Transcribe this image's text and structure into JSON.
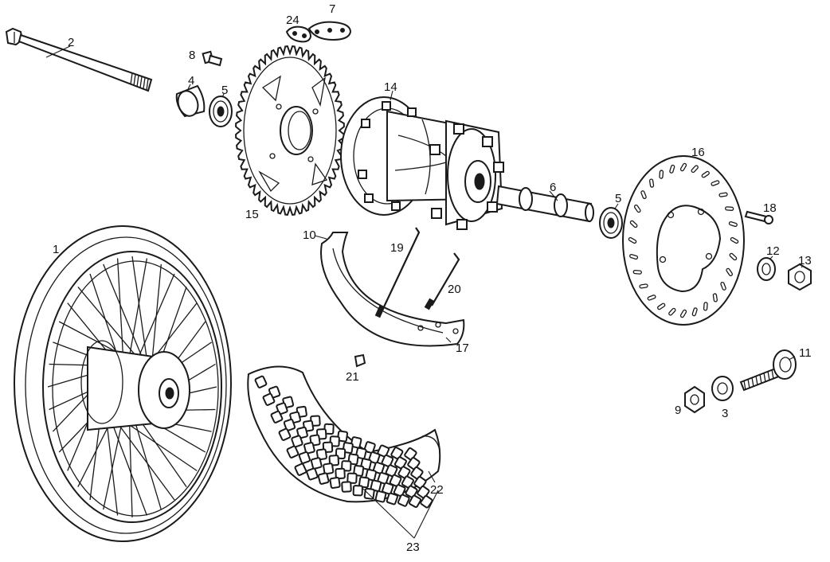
{
  "callouts": {
    "c1": "1",
    "c2": "2",
    "c3": "3",
    "c4": "4",
    "c5a": "5",
    "c5b": "5",
    "c6": "6",
    "c7": "7",
    "c8": "8",
    "c9": "9",
    "c10": "10",
    "c11": "11",
    "c12": "12",
    "c13": "13",
    "c14": "14",
    "c15": "15",
    "c16": "16",
    "c17": "17",
    "c18": "18",
    "c19": "19",
    "c20": "20",
    "c21": "21",
    "c22": "22",
    "c23": "23",
    "c24": "24"
  },
  "colors": {
    "line": "#1a1a1a",
    "background": "#ffffff"
  }
}
